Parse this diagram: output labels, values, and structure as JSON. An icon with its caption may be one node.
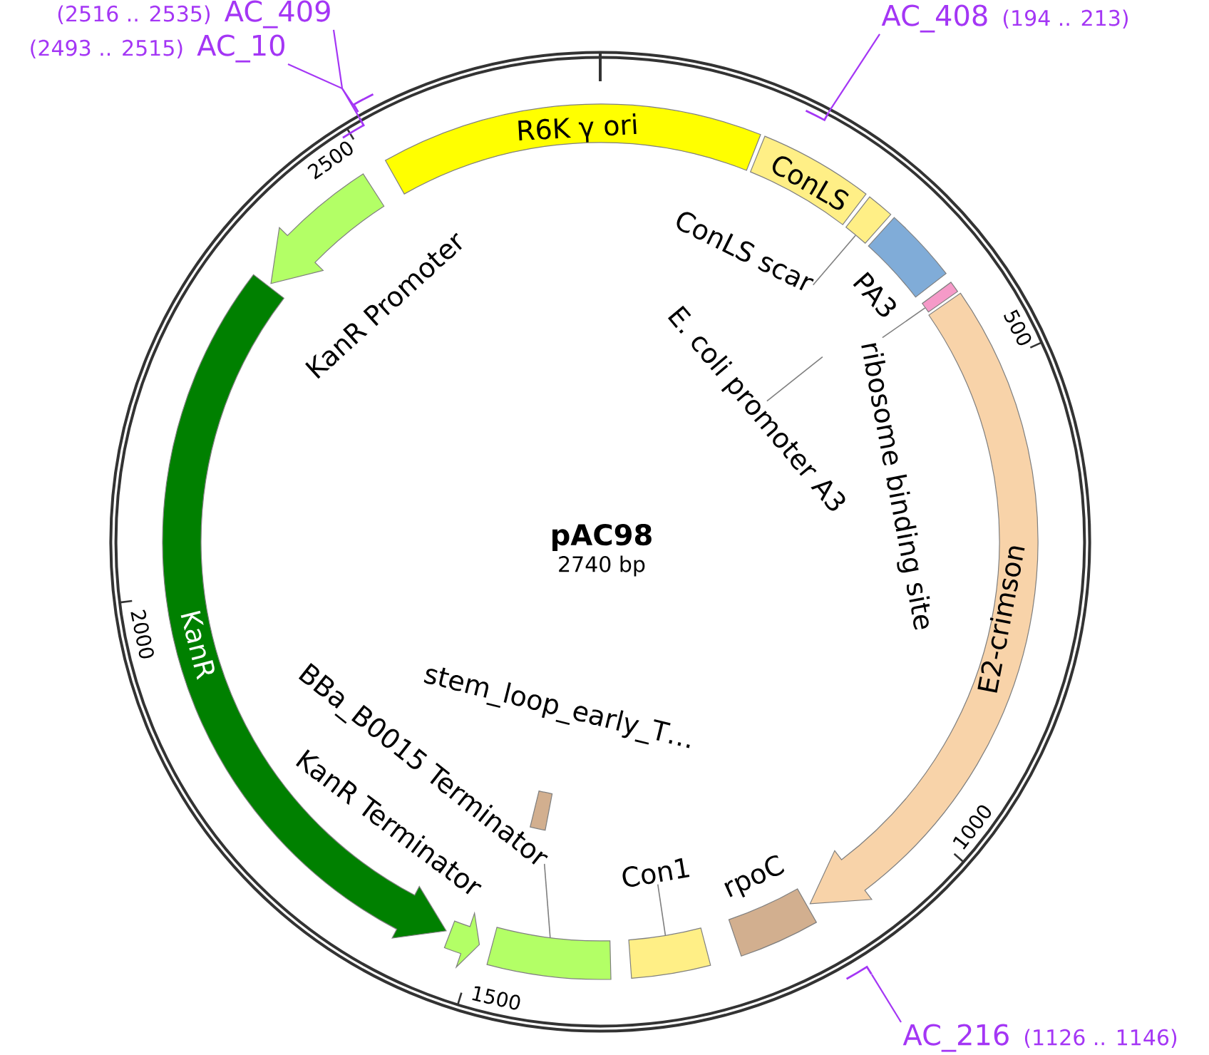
{
  "diagram": {
    "title": "pAC98",
    "nodes": [
      {
        "text": [
          "R6K γ ori"
        ]
      },
      {
        "text": [
          "ConLS"
        ]
      },
      {
        "text": [],
        "shape": "box"
      },
      {
        "text": [
          "ConLS scar"
        ]
      },
      {
        "text": [],
        "shape": "box",
        "beside": [
          "PA3"
        ]
      },
      {
        "text": [
          "E. coli promoter A3"
        ]
      },
      {
        "text": [],
        "shape": "box"
      },
      {
        "text": [
          "ribosome binding site"
        ]
      },
      {
        "text": [
          "E2-crimson"
        ]
      },
      {
        "text": [],
        "shape": "box",
        "beside": [
          "rpoC"
        ]
      },
      {
        "text": [],
        "shape": "box"
      },
      {
        "text": [
          "Con1"
        ]
      },
      {
        "text": [],
        "shape": "box"
      },
      {
        "text": [
          "BBa_B0015 Terminator"
        ]
      },
      {
        "text": [
          "stem_loop_early_T…"
        ]
      },
      {
        "text": [
          "KanR Terminator"
        ]
      },
      {
        "text": [
          "KanR"
        ]
      },
      {
        "text": [],
        "shape": "arrow",
        "beside": [
          "KanR Promoter"
        ]
      },
      {
        "text": [],
        "shape": "bar"
      },
      {
        "text": [
          "AC_408",
          "(194 .. 213)"
        ]
      },
      {
        "text": [],
        "shape": "bar"
      },
      {
        "text": [
          "AC_216",
          "(1126 .. 1146)"
        ]
      },
      {
        "text": [],
        "shape": "bar"
      },
      {
        "text": [
          "(2493 .. 2515)",
          "AC_10"
        ]
      },
      {
        "text": [],
        "shape": "bar"
      },
      {
        "text": [
          "(2516 .. 2535)",
          "AC_409"
        ]
      }
    ],
    "edges": [
      {
        "from": 3,
        "to": 2,
        "arrow": "none"
      },
      {
        "from": 5,
        "to": null,
        "arrow": "none"
      },
      {
        "from": 7,
        "to": 6,
        "arrow": "none"
      },
      {
        "from": 11,
        "to": 10,
        "arrow": "none"
      },
      {
        "from": 13,
        "to": 12,
        "arrow": "none"
      },
      {
        "from": 19,
        "to": 18,
        "arrow": "none",
        "color": "#a436f5"
      },
      {
        "from": 21,
        "to": 20,
        "arrow": "none",
        "color": "#a436f5"
      },
      {
        "from": 23,
        "to": 22,
        "arrow": "none",
        "color": "#a436f5"
      },
      {
        "from": 25,
        "to": 24,
        "arrow": "none",
        "color": "#a436f5"
      }
    ],
    "labels": [
      "2740 bp",
      "500",
      "1000",
      "1500",
      "2000",
      "2500"
    ]
  }
}
